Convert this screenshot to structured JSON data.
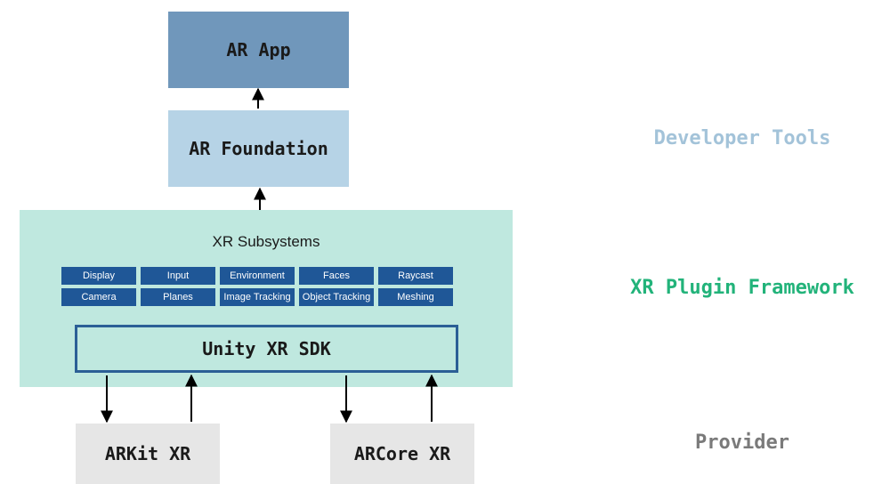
{
  "boxes": {
    "ar_app": "AR App",
    "ar_foundation": "AR Foundation",
    "xr_subsystems_title": "XR Subsystems",
    "unity_xr_sdk": "Unity XR SDK",
    "arkit_xr": "ARKit XR",
    "arcore_xr": "ARCore XR"
  },
  "subsystems": [
    "Display",
    "Input",
    "Environment",
    "Faces",
    "Raycast",
    "Camera",
    "Planes",
    "Image Tracking",
    "Object Tracking",
    "Meshing"
  ],
  "layers": {
    "developer_tools": "Developer Tools",
    "xr_plugin_framework": "XR Plugin Framework",
    "provider": "Provider"
  },
  "colors": {
    "ar_app": "#7097bb",
    "ar_foundation": "#b6d3e6",
    "xr_panel": "#bfe8df",
    "tile": "#1f5797",
    "provider_box": "#e6e6e6",
    "developer_tools_text": "#a3c3d9",
    "xr_plugin_text": "#22b37a",
    "provider_text": "#7a7a7a"
  }
}
